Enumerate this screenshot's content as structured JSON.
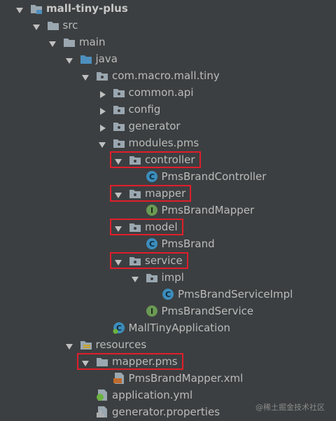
{
  "tree": {
    "colors": {
      "background": "#3c3f41",
      "text": "#bbbbbb",
      "folder": "#9aa7b0",
      "source_folder": "#4e8fbf",
      "class_icon": "#3c8dbc",
      "interface_icon": "#6a9955",
      "highlight": "#e01e2b"
    },
    "nodes": [
      {
        "name": "tree-node-mall-tiny-plus",
        "label": "mall-tiny-plus",
        "level": 0,
        "expanded": true,
        "icon": "project-folder-icon",
        "bold": true
      },
      {
        "name": "tree-node-src",
        "label": "src",
        "level": 1,
        "expanded": true,
        "icon": "folder-icon"
      },
      {
        "name": "tree-node-main",
        "label": "main",
        "level": 2,
        "expanded": true,
        "icon": "folder-icon"
      },
      {
        "name": "tree-node-java",
        "label": "java",
        "level": 3,
        "expanded": true,
        "icon": "source-folder-icon"
      },
      {
        "name": "tree-node-com-macro-mall-tiny",
        "label": "com.macro.mall.tiny",
        "level": 4,
        "expanded": true,
        "icon": "package-icon"
      },
      {
        "name": "tree-node-common-api",
        "label": "common.api",
        "level": 5,
        "expanded": false,
        "icon": "package-icon"
      },
      {
        "name": "tree-node-config",
        "label": "config",
        "level": 5,
        "expanded": false,
        "icon": "package-icon"
      },
      {
        "name": "tree-node-generator",
        "label": "generator",
        "level": 5,
        "expanded": false,
        "icon": "package-icon"
      },
      {
        "name": "tree-node-modules-pms",
        "label": "modules.pms",
        "level": 5,
        "expanded": true,
        "icon": "package-icon"
      },
      {
        "name": "tree-node-controller",
        "label": "controller",
        "level": 6,
        "expanded": true,
        "icon": "package-icon",
        "highlighted": true
      },
      {
        "name": "tree-node-pmsbrandcontroller",
        "label": "PmsBrandController",
        "level": 7,
        "icon": "class-icon"
      },
      {
        "name": "tree-node-mapper",
        "label": "mapper",
        "level": 6,
        "expanded": true,
        "icon": "package-icon",
        "highlighted": true
      },
      {
        "name": "tree-node-pmsbrandmapper",
        "label": "PmsBrandMapper",
        "level": 7,
        "icon": "interface-icon"
      },
      {
        "name": "tree-node-model",
        "label": "model",
        "level": 6,
        "expanded": true,
        "icon": "package-icon",
        "highlighted": true
      },
      {
        "name": "tree-node-pmsbrand",
        "label": "PmsBrand",
        "level": 7,
        "icon": "class-icon"
      },
      {
        "name": "tree-node-service",
        "label": "service",
        "level": 6,
        "expanded": true,
        "icon": "package-icon",
        "highlighted": true
      },
      {
        "name": "tree-node-impl",
        "label": "impl",
        "level": 7,
        "expanded": true,
        "icon": "package-icon"
      },
      {
        "name": "tree-node-pmsbrandserviceimpl",
        "label": "PmsBrandServiceImpl",
        "level": 8,
        "icon": "class-icon"
      },
      {
        "name": "tree-node-pmsbrandservice",
        "label": "PmsBrandService",
        "level": 7,
        "icon": "interface-icon"
      },
      {
        "name": "tree-node-malltinyapplication",
        "label": "MallTinyApplication",
        "level": 5,
        "icon": "spring-boot-class-icon"
      },
      {
        "name": "tree-node-resources",
        "label": "resources",
        "level": 3,
        "expanded": true,
        "icon": "resources-folder-icon"
      },
      {
        "name": "tree-node-mapper-pms",
        "label": "mapper.pms",
        "level": 4,
        "expanded": true,
        "icon": "folder-icon",
        "highlighted": true
      },
      {
        "name": "tree-node-pmsbrandmapper-xml",
        "label": "PmsBrandMapper.xml",
        "level": 5,
        "icon": "xml-file-icon"
      },
      {
        "name": "tree-node-application-yml",
        "label": "application.yml",
        "level": 4,
        "icon": "spring-yml-icon"
      },
      {
        "name": "tree-node-generator-properties",
        "label": "generator.properties",
        "level": 4,
        "icon": "properties-file-icon"
      }
    ]
  },
  "watermark": "@稀土掘金技术社区"
}
